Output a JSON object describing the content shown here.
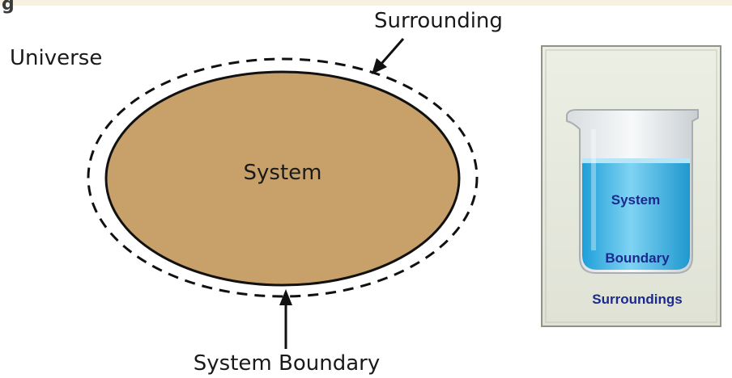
{
  "corner_glyph": "g",
  "left_diagram": {
    "universe_label": "Universe",
    "surrounding_label": "Surrounding",
    "system_label": "System",
    "boundary_label": "System Boundary",
    "system_fill": "#c8a06a",
    "outline_color": "#111111"
  },
  "beaker_panel": {
    "system_label": "System",
    "boundary_label": "Boundary",
    "surroundings_label": "Surroundings",
    "panel_bg": "#e6e8dc",
    "liquid_color": "#36b6e8",
    "text_color": "#1b2a8c"
  }
}
